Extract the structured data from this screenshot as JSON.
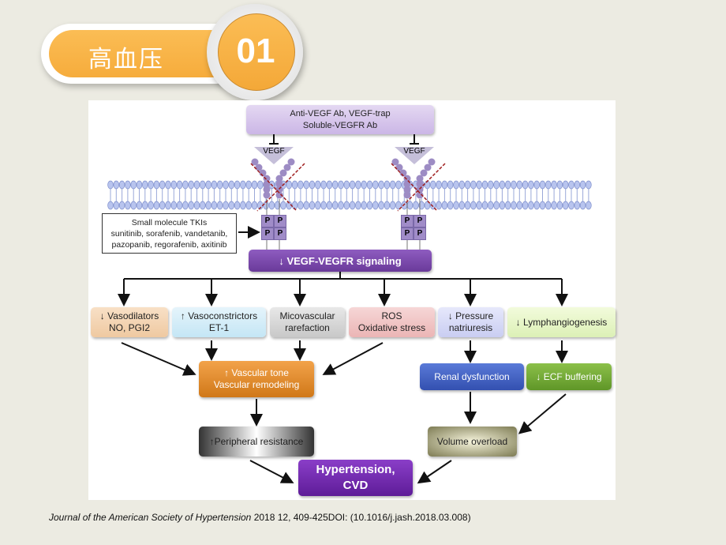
{
  "header": {
    "title": "高血压",
    "number": "01"
  },
  "diagram": {
    "inhibitors": [
      "Anti-VEGF Ab, VEGF-trap",
      "Soluble-VEGFR Ab"
    ],
    "ligand": "VEGF",
    "phospho": "P",
    "tki": {
      "title": "Small molecule TKIs",
      "drugs1": "sunitinib, sorafenib, vandetanib,",
      "drugs2": "pazopanib, regorafenib, axitinib"
    },
    "signaling": "↓ VEGF-VEGFR signaling",
    "effects": [
      {
        "l1": "↓ Vasodilators",
        "l2": "NO, PGI2"
      },
      {
        "l1": "↑ Vasoconstrictors",
        "l2": "ET-1"
      },
      {
        "l1": "Micovascular",
        "l2": "rarefaction"
      },
      {
        "l1": "ROS",
        "l2": "Oxidative stress"
      },
      {
        "l1": "↓ Pressure",
        "l2": "natriuresis"
      },
      {
        "l1": "↓ Lymphangiogenesis",
        "l2": ""
      }
    ],
    "vascular": {
      "l1": "↑ Vascular tone",
      "l2": "Vascular remodeling"
    },
    "renal": "Renal  dysfunction",
    "ecf": "↓ ECF buffering",
    "peripheral": "↑Peripheral resistance",
    "volume": "Volume overload",
    "outcome": {
      "l1": "Hypertension,",
      "l2": "CVD"
    }
  },
  "citation": {
    "journal": "Journal of the American Society of Hypertension",
    "rest": " 2018 12, 409-425DOI: (10.1016/j.jash.2018.03.008)"
  }
}
